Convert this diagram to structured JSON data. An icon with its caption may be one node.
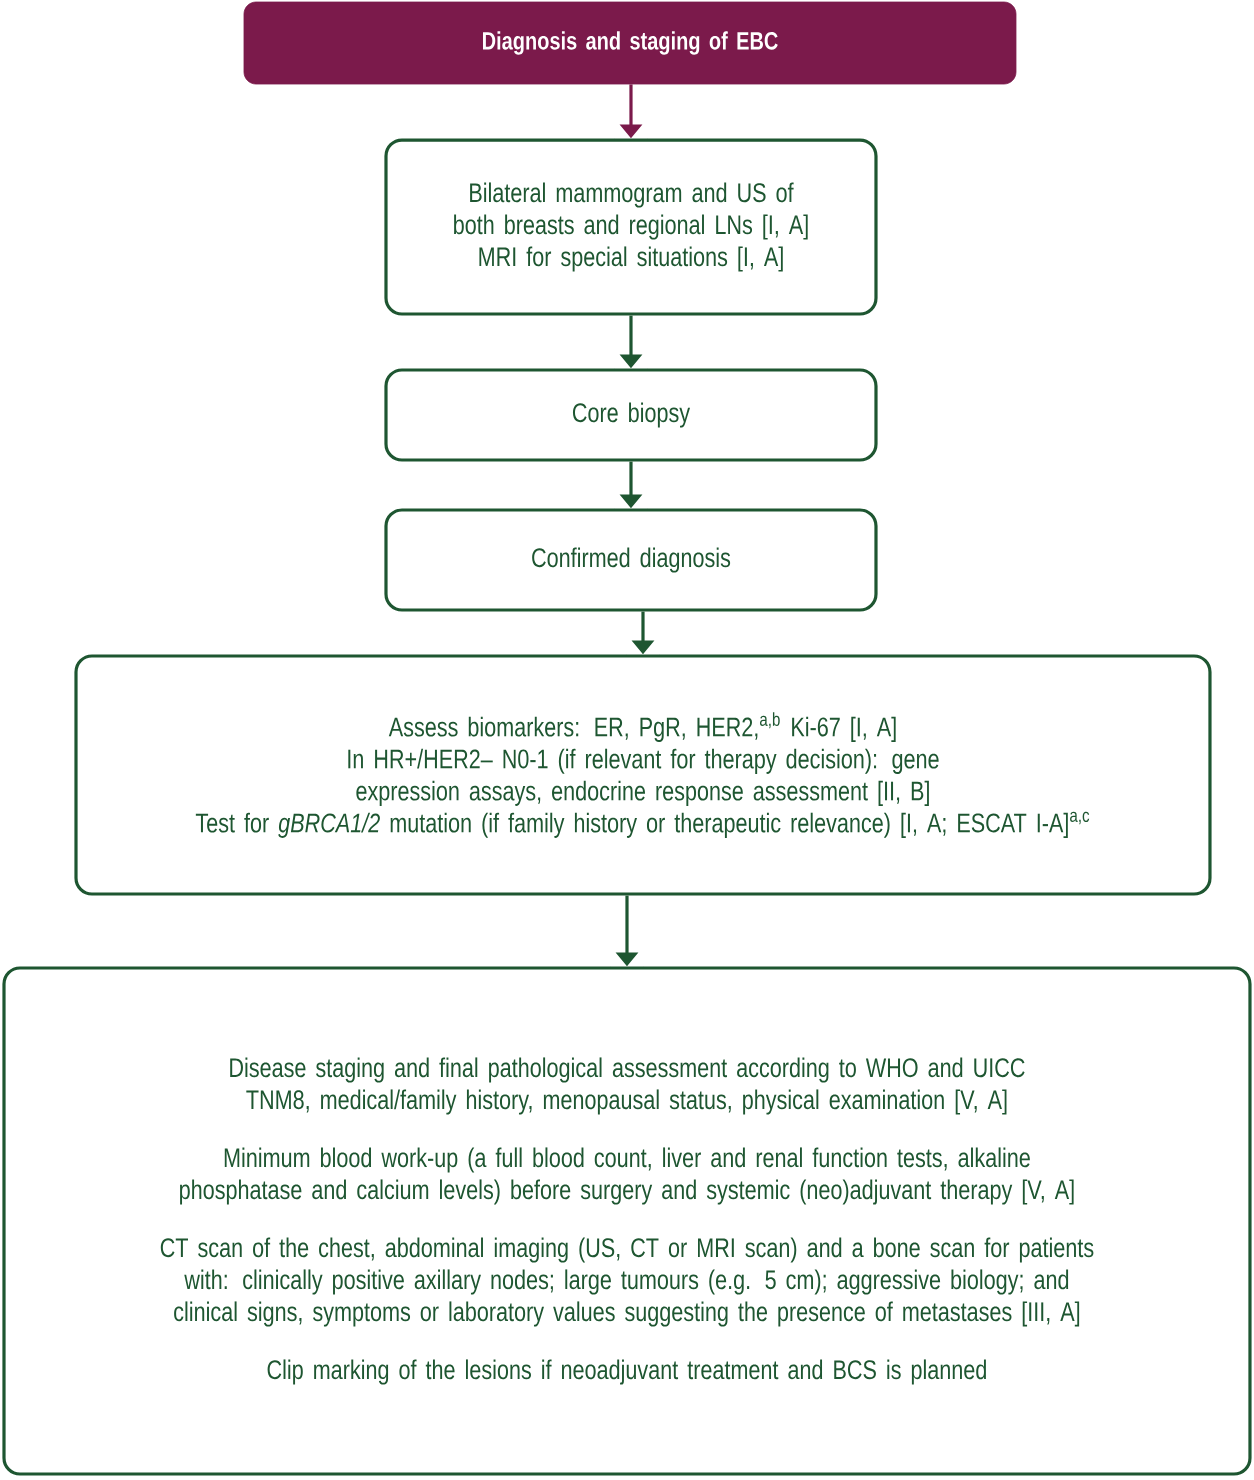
{
  "diagram": {
    "nodes": [
      {
        "text": [
          "Diagnosis and staging of EBC"
        ]
      },
      {
        "text": [
          "Bilateral mammogram and US of both breasts and regional LNs [I, A]",
          "MRI for special situations [I, A]"
        ]
      },
      {
        "text": [
          "Core biopsy"
        ]
      },
      {
        "text": [
          "Confirmed diagnosis"
        ]
      },
      {
        "text": [
          "Assess biomarkers: ER, PgR, HER2,$^{a,b}$ Ki-67 [I, A]",
          "In HR+/HER2– N0-1 (if relevant for therapy decision): gene expression assays, endocrine response assessment [II, B]",
          "Test for *gBRCA1/2* mutation (if family history or therapeutic relevance) [I, A; ESCAT I-A]$^{a,c}$"
        ]
      },
      {
        "text": [
          "Disease staging and final pathological assessment according to WHO and UICC TNM8, medical/family history, menopausal status, physical examination [V, A]",
          "Minimum blood work-up (a full blood count, liver and renal function tests, alkaline phosphatase and calcium levels) before surgery and systemic (neo)adjuvant therapy [V, A]",
          "CT scan of the chest, abdominal imaging (US, CT or MRI scan) and a bone scan for patients with: clinically positive axillary nodes; large tumours (e.g. 5 cm); aggressive biology; and clinical signs, symptoms or laboratory values suggesting the presence of metastases [III, A]",
          "Clip marking of the lesions if neoadjuvant treatment and BCS is planned"
        ]
      }
    ],
    "edges": [
      {
        "from": 0,
        "to": 1,
        "arrow": "to",
        "color": "#7b1a4b"
      },
      {
        "from": 1,
        "to": 2,
        "arrow": "to"
      },
      {
        "from": 2,
        "to": 3,
        "arrow": "to"
      },
      {
        "from": 3,
        "to": 4,
        "arrow": "to"
      },
      {
        "from": 4,
        "to": 5,
        "arrow": "to"
      }
    ]
  }
}
